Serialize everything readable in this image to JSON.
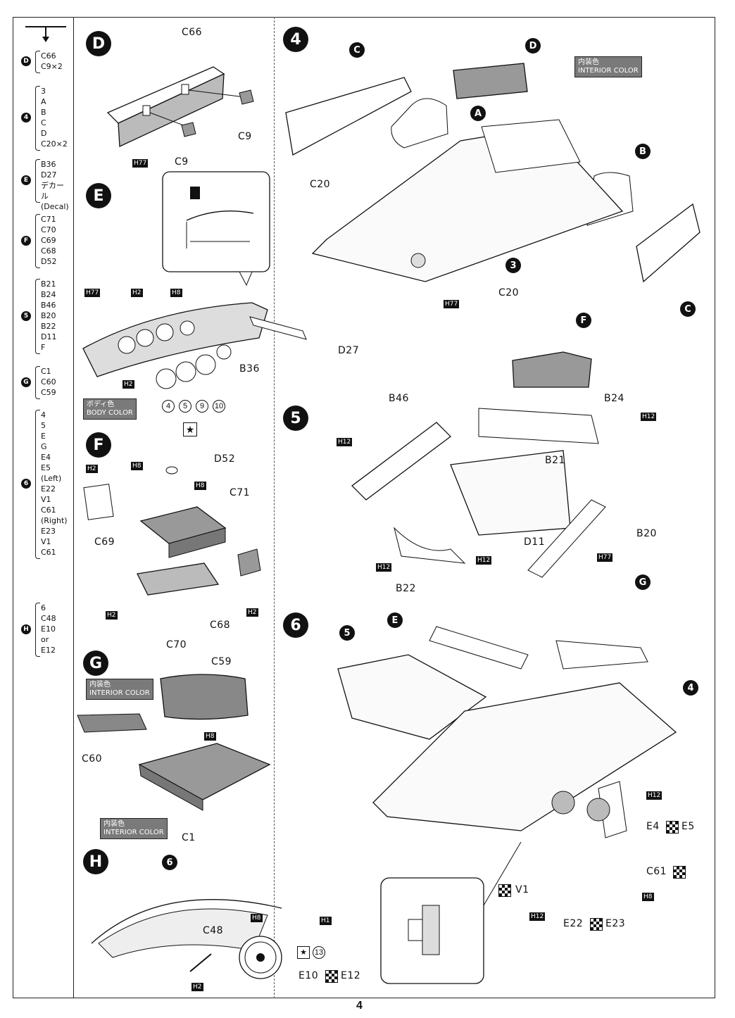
{
  "page_number": "4",
  "parts_list": [
    {
      "step": "D",
      "items": [
        "C66",
        "C9×2"
      ]
    },
    {
      "step": "4",
      "items": [
        "3",
        "A",
        "B",
        "C",
        "D",
        "C20×2"
      ]
    },
    {
      "step": "E",
      "items": [
        "B36",
        "D27",
        "デカール",
        "(Decal)"
      ]
    },
    {
      "step": "F",
      "items": [
        "C71",
        "C70",
        "C69",
        "C68",
        "D52"
      ]
    },
    {
      "step": "5",
      "items": [
        "B21",
        "B24",
        "B46",
        "B20",
        "B22",
        "D11",
        "F"
      ]
    },
    {
      "step": "G",
      "items": [
        "C1",
        "C60",
        "C59"
      ]
    },
    {
      "step": "6",
      "items": [
        "4",
        "5",
        "E",
        "G",
        "E4",
        "E5",
        "(Left)",
        "E22",
        "V1",
        "C61",
        "(Right)",
        "E23",
        "V1",
        "C61"
      ]
    },
    {
      "step": "H",
      "items": [
        "6",
        "C48",
        "E10",
        "or",
        "E12"
      ]
    }
  ],
  "steps": {
    "D": {
      "title": "D",
      "labels": [
        "C66",
        "C9",
        "C9",
        "H77"
      ]
    },
    "E": {
      "title": "E",
      "labels": [
        "H77",
        "H2",
        "H8",
        "H2",
        "B36",
        "D27",
        "4",
        "5",
        "9",
        "10"
      ],
      "color_jp": "ボディ色",
      "color_en": "BODY COLOR"
    },
    "F": {
      "title": "F",
      "labels": [
        "H2",
        "H8",
        "D52",
        "H8",
        "C71",
        "C69",
        "H2",
        "C70",
        "C68",
        "H2"
      ]
    },
    "G": {
      "title": "G",
      "labels": [
        "C59",
        "C60",
        "H8",
        "C1"
      ],
      "color_jp": "内装色",
      "color_en": "INTERIOR COLOR",
      "color2_jp": "内装色",
      "color2_en": "INTERIOR COLOR"
    },
    "H": {
      "title": "H",
      "labels": [
        "6",
        "H8",
        "H1",
        "C48",
        "13",
        "E10",
        "E12",
        "H2"
      ]
    },
    "4": {
      "title": "4",
      "labels": [
        "C",
        "D",
        "A",
        "B",
        "C20",
        "3",
        "C20",
        "H77",
        "C"
      ],
      "color_jp": "内装色",
      "color_en": "INTERIOR COLOR"
    },
    "5": {
      "title": "5",
      "labels": [
        "F",
        "B46",
        "B24",
        "H12",
        "H12",
        "B21",
        "D11",
        "B20",
        "H12",
        "B22",
        "H12",
        "H77"
      ]
    },
    "6": {
      "title": "6",
      "labels": [
        "5",
        "E",
        "G",
        "4",
        "H12",
        "E4",
        "E5",
        "C61",
        "V1",
        "H12",
        "E22",
        "E23",
        "H8"
      ]
    }
  },
  "colors": {
    "ink": "#111111",
    "paint_swatch": "#7a7a7a"
  }
}
